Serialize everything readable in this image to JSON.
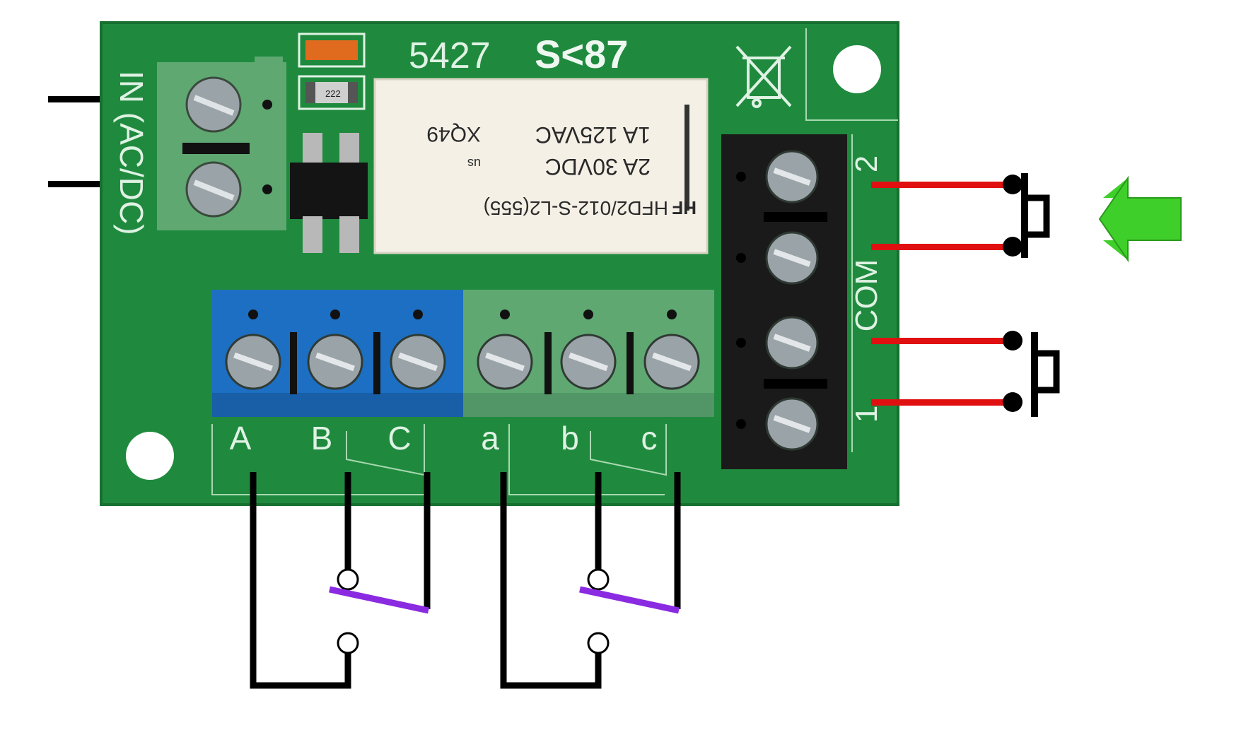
{
  "board": {
    "part_number": "5427",
    "brand_logo": "S<87",
    "input_label": "IN (AC/DC)",
    "com_label": "COM",
    "pin_2_label": "2",
    "pin_1_label": "1",
    "smd_code": "222",
    "color_board": "#1f8a3e",
    "color_board_edge": "#17702f"
  },
  "relay": {
    "line1": "2A 30VDC",
    "line2": "1A 125VAC",
    "line3": "XQ49",
    "line4": "HFD2/012-S-L2(555)",
    "logo": "HF",
    "cert": "us"
  },
  "terminals": {
    "blue_labels": [
      "A",
      "B",
      "C"
    ],
    "green_labels": [
      "a",
      "b",
      "c"
    ],
    "color_blue": "#1c6fc2",
    "color_green": "#5fa872",
    "color_black": "#1a1a1a"
  },
  "wiring": {
    "input_wire_color": "#000000",
    "button_wire_color": "#e01010",
    "contact_blade_color": "#8a2be2",
    "arrow_color": "#3fcf2a",
    "arrow_icon": "green-arrow-left-icon",
    "button_icon": "push-button-icon",
    "recycle_icon": "weee-crossed-bin-icon"
  }
}
